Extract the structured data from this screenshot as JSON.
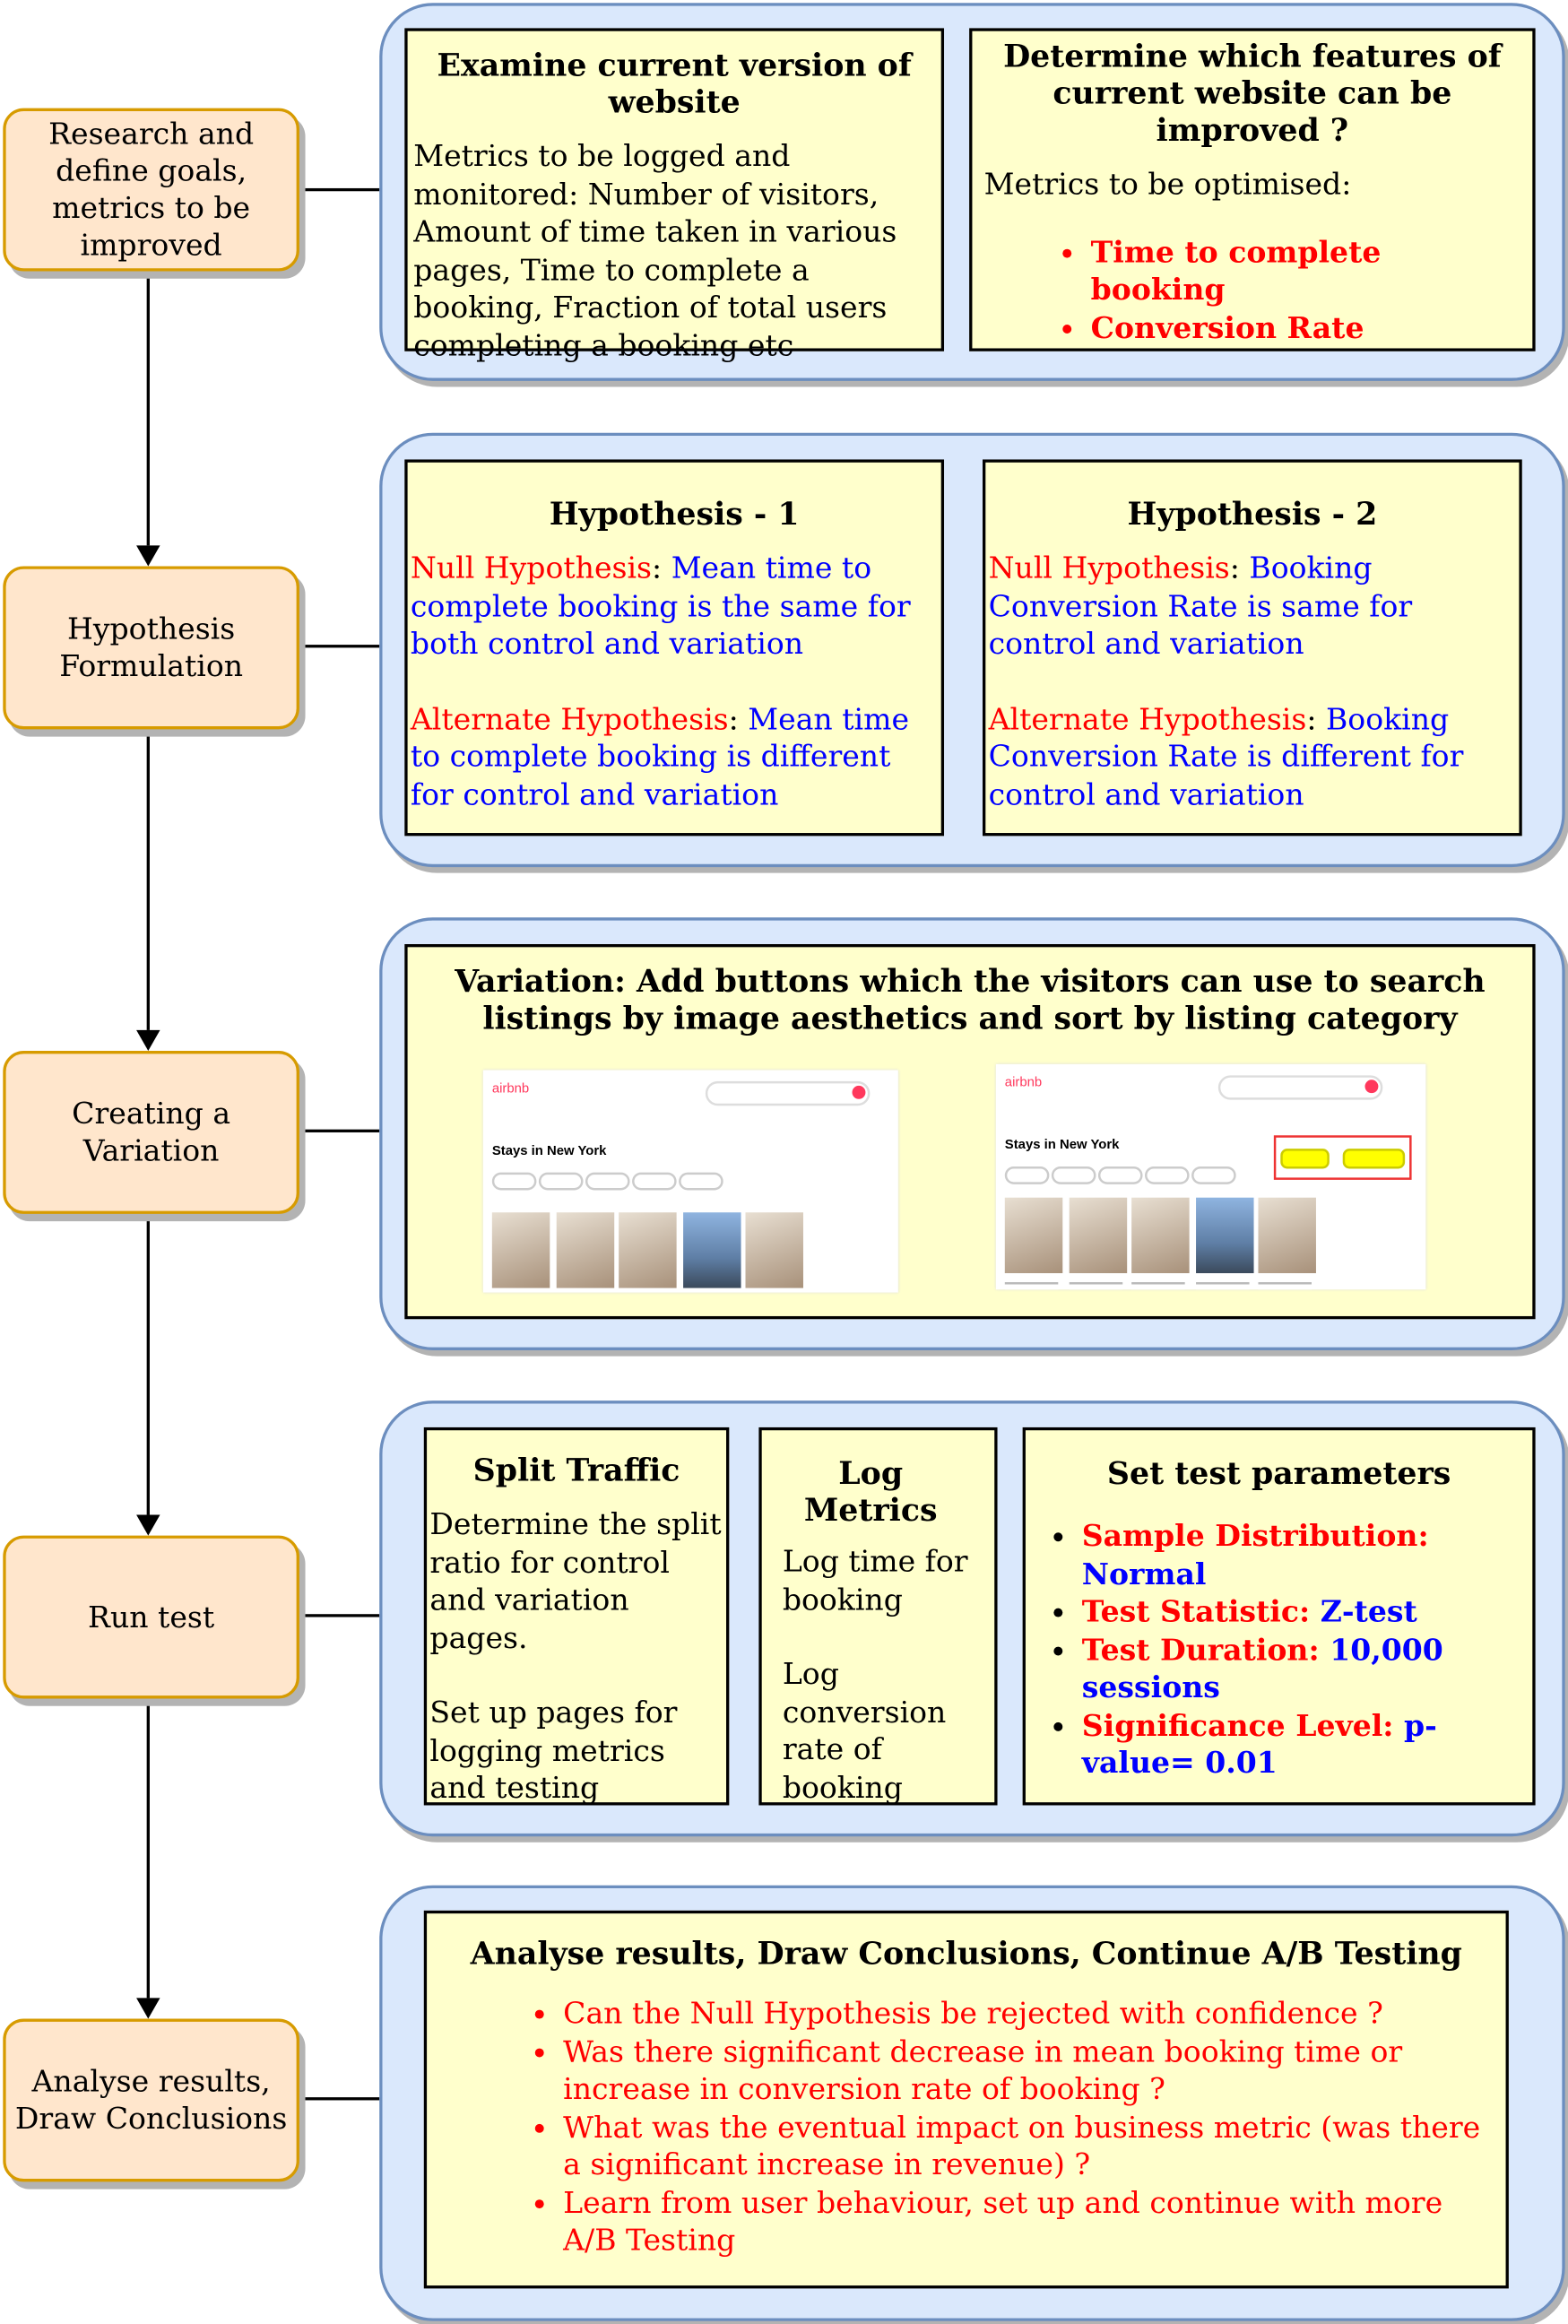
{
  "steps": [
    "Research and define goals, metrics to be improved",
    "Hypothesis Formulation",
    "Creating a Variation",
    "Run test",
    "Analyse results, Draw Conclusions"
  ],
  "research": {
    "examine_title": "Examine current version of website",
    "examine_text": "Metrics to be logged and monitored: Number of visitors, Amount of time taken in various pages, Time to complete a booking, Fraction of total users completing a booking etc",
    "determine_title": "Determine which features of current website can be improved ?",
    "determine_text": "Metrics to be optimised:",
    "metrics": [
      "Time to complete booking",
      "Conversion Rate"
    ]
  },
  "hypotheses": [
    {
      "title": "Hypothesis - 1",
      "null_label": "Null Hypothesis",
      "null_text": "Mean time to complete booking is the same for both control and variation",
      "alt_label": "Alternate Hypothesis",
      "alt_text": "Mean time to complete booking is different for control and variation"
    },
    {
      "title": "Hypothesis - 2",
      "null_label": "Null Hypothesis",
      "null_text": "Booking Conversion Rate is same for control and variation",
      "alt_label": "Alternate Hypothesis",
      "alt_text": "Booking Conversion Rate is different for control and variation"
    }
  ],
  "variation": {
    "title": "Variation: Add buttons which the visitors can use to search listings by image aesthetics and sort by listing category",
    "screenshot_logo": "airbnb",
    "screenshot_heading": "Stays in New York"
  },
  "run_test": {
    "split_title": "Split Traffic",
    "split_text1": "Determine the split ratio for control and variation pages.",
    "split_text2": "Set up pages for logging metrics and testing",
    "log_title": "Log Metrics",
    "log_text1": "Log time for booking",
    "log_text2": "Log conversion rate of booking",
    "params_title": "Set test  parameters",
    "params": [
      {
        "label": "Sample Distribution:",
        "value": "Normal"
      },
      {
        "label": "Test Statistic:",
        "value": "Z-test"
      },
      {
        "label": "Test Duration:",
        "value": "10,000 sessions"
      },
      {
        "label": "Significance Level:",
        "value": "p-value= 0.01"
      }
    ]
  },
  "analyse": {
    "title": "Analyse results, Draw Conclusions, Continue A/B Testing",
    "items": [
      "Can the Null Hypothesis be rejected with confidence ?",
      "Was there significant decrease in mean booking time or increase in conversion rate of booking ?",
      "What was the eventual impact on business metric (was there a significant increase in revenue) ?",
      "Learn from user behaviour, set up and continue with more A/B Testing"
    ]
  }
}
